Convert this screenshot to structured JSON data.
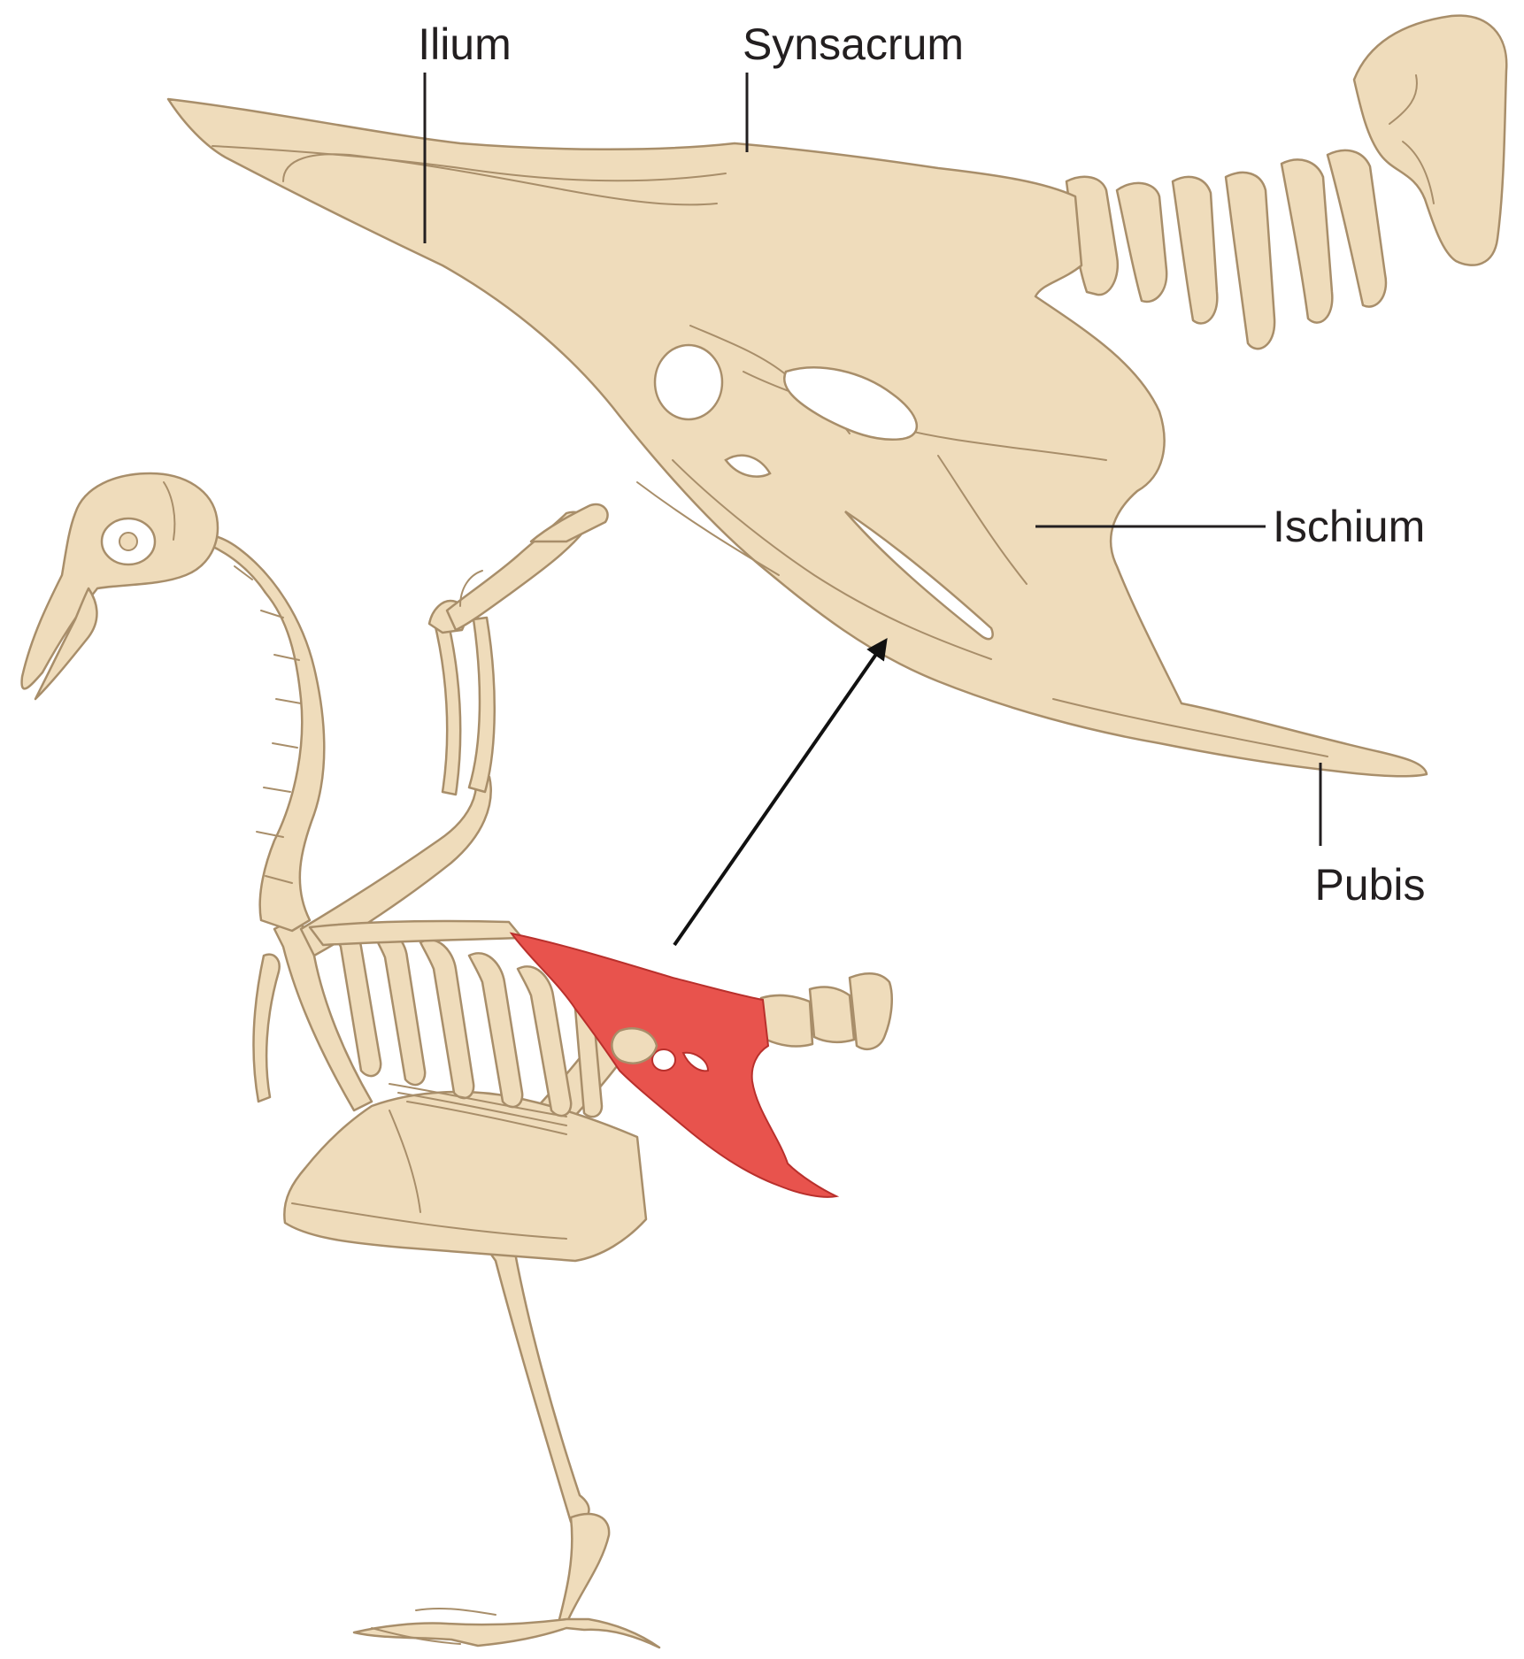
{
  "diagram": {
    "labels": {
      "ilium": "Ilium",
      "synsacrum": "Synsacrum",
      "ischium": "Ischium",
      "pubis": "Pubis"
    },
    "colors": {
      "bone": "#efdcbb",
      "bone_shade": "#e6cfa6",
      "bone_outline": "#a88e6a",
      "highlight": "#e8534d",
      "highlight_outline": "#b9302c",
      "label_text": "#231f20",
      "background": "#ffffff"
    }
  }
}
